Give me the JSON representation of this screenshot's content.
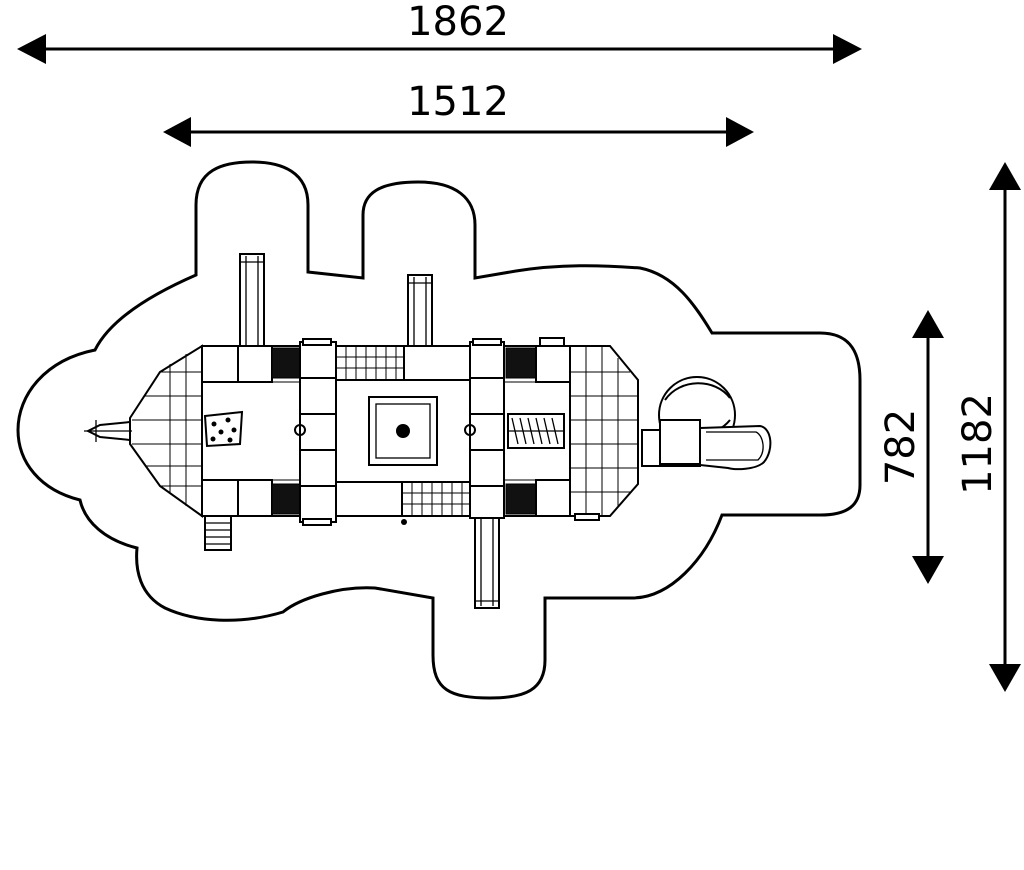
{
  "dimensions": {
    "width_total": "1862",
    "width_structure": "1512",
    "height_structure": "782",
    "height_total": "1182"
  }
}
